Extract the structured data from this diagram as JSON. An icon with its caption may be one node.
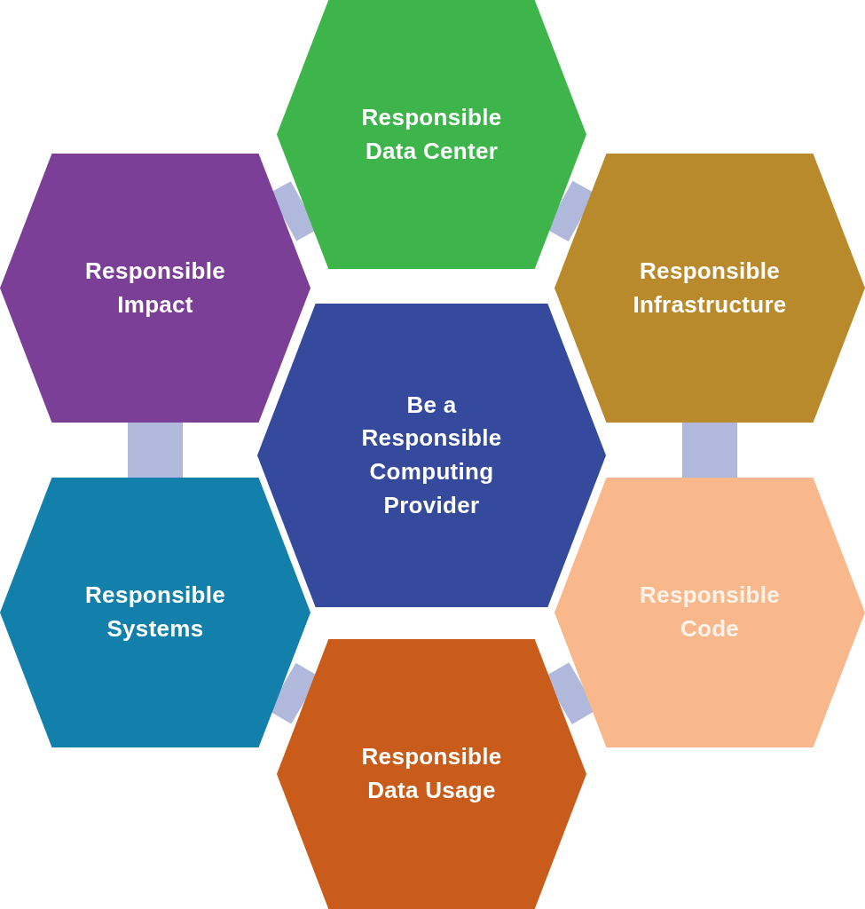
{
  "diagram": {
    "nodes": [
      {
        "text": [
          "Responsible Data Center"
        ]
      },
      {
        "text": [
          "Responsible Impact"
        ]
      },
      {
        "text": [
          "Responsible Infrastructure"
        ]
      },
      {
        "text": [
          "Be a Responsible Computing Provider"
        ]
      },
      {
        "text": [
          "Responsible Systems"
        ]
      },
      {
        "text": [
          "Responsible Code"
        ]
      },
      {
        "text": [
          "Responsible Data Usage"
        ]
      }
    ],
    "edges": [
      {
        "from": 0,
        "to": 2,
        "arrow": "none"
      },
      {
        "from": 2,
        "to": 5,
        "arrow": "none"
      },
      {
        "from": 5,
        "to": 6,
        "arrow": "none"
      },
      {
        "from": 6,
        "to": 4,
        "arrow": "none"
      },
      {
        "from": 4,
        "to": 1,
        "arrow": "none"
      },
      {
        "from": 1,
        "to": 0,
        "arrow": "none"
      }
    ]
  }
}
